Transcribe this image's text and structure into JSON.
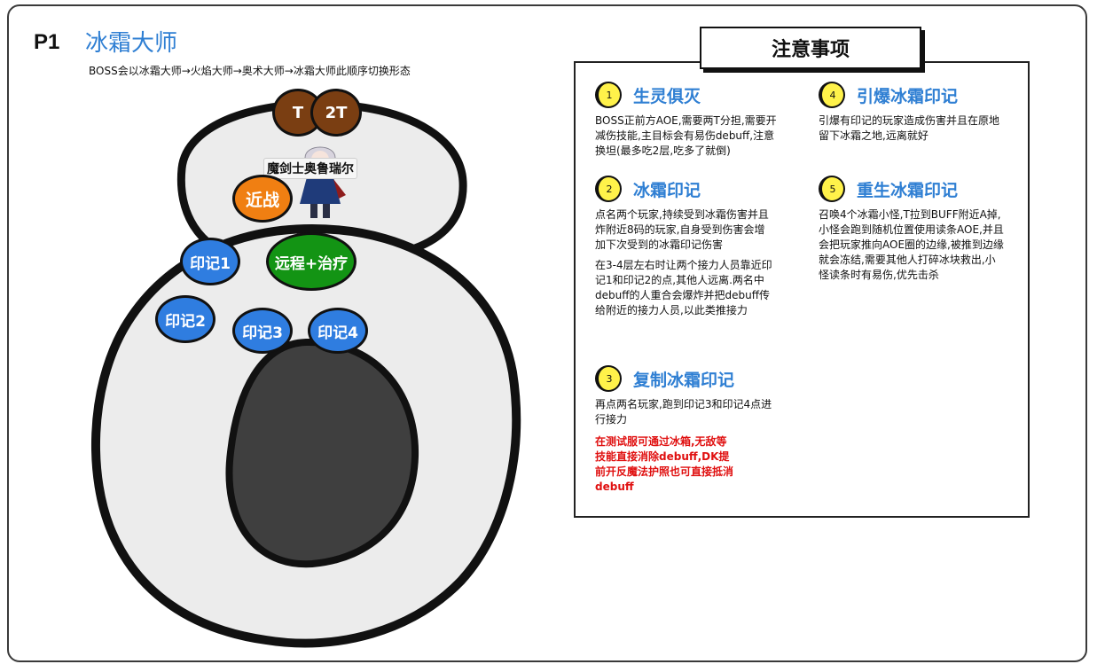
{
  "header": {
    "phase": "P1",
    "boss_name": "冰霜大师",
    "subtitle": "BOSS会以冰霜大师→火焰大师→奥术大师→冰霜大师此顺序切换形态"
  },
  "diagram": {
    "boss_label": "魔剑士奥鲁瑞尔",
    "tokens": {
      "tank1": "T",
      "tank2": "2T",
      "melee": "近战",
      "ranged": "远程+治疗",
      "mark1": "印记1",
      "mark2": "印记2",
      "mark3": "印记3",
      "mark4": "印记4"
    }
  },
  "colors": {
    "title_blue": "#2f7fd3",
    "tank_brown": "#7a3e12",
    "melee_orange": "#f07f12",
    "ranged_green": "#139414",
    "mark_blue": "#2f7de0",
    "warning_red": "#e01010",
    "badge_yellow": "#fff24a",
    "arena_grey": "#ececec",
    "center_dark": "#3f3f3f"
  },
  "panel": {
    "title": "注意事项",
    "notes": [
      {
        "num": "1",
        "title": "生灵俱灭",
        "paragraphs": [
          "BOSS正前方AOE,需要两T分担,需要开减伤技能,主目标会有易伤debuff,注意换坦(最多吃2层,吃多了就倒)"
        ]
      },
      {
        "num": "2",
        "title": "冰霜印记",
        "paragraphs": [
          "点名两个玩家,持续受到冰霜伤害并且炸附近8码的玩家,自身受到伤害会增加下次受到的冰霜印记伤害",
          "在3-4层左右时让两个接力人员靠近印记1和印记2的点,其他人远离.两名中debuff的人重合会爆炸并把debuff传给附近的接力人员,以此类推接力"
        ]
      },
      {
        "num": "3",
        "title": "复制冰霜印记",
        "paragraphs": [
          "再点两名玩家,跑到印记3和印记4点进行接力"
        ],
        "warning": "在测试服可通过冰箱,无敌等技能直接消除debuff,DK提前开反魔法护照也可直接抵消debuff"
      },
      {
        "num": "4",
        "title": "引爆冰霜印记",
        "paragraphs": [
          "引爆有印记的玩家造成伤害并且在原地留下冰霜之地,远离就好"
        ]
      },
      {
        "num": "5",
        "title": "重生冰霜印记",
        "paragraphs": [
          "召唤4个冰霜小怪,T拉到BUFF附近A掉,小怪会跑到随机位置使用读条AOE,并且会把玩家推向AOE圈的边缘,被推到边缘就会冻结,需要其他人打碎冰块救出,小怪读条时有易伤,优先击杀"
        ]
      }
    ]
  }
}
